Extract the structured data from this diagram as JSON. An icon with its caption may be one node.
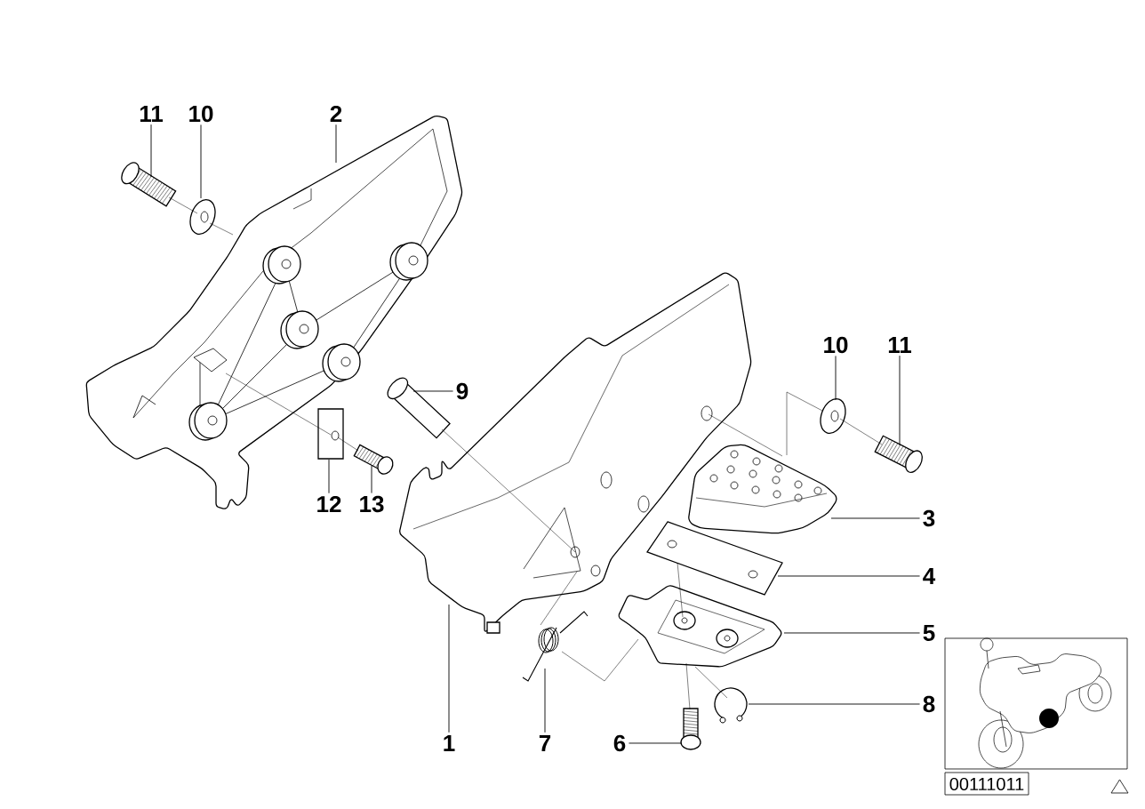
{
  "diagram": {
    "nodes": [
      {
        "text": [
          "11"
        ]
      },
      {
        "text": [
          "10"
        ]
      },
      {
        "text": [
          "2"
        ]
      },
      {
        "text": [
          "10"
        ]
      },
      {
        "text": [
          "11"
        ]
      },
      {
        "text": [
          "9"
        ]
      },
      {
        "text": [
          "12"
        ]
      },
      {
        "text": [
          "13"
        ]
      },
      {
        "text": [
          "3"
        ]
      },
      {
        "text": [
          "4"
        ]
      },
      {
        "text": [
          "5"
        ]
      },
      {
        "text": [
          "8"
        ]
      },
      {
        "text": [
          "1"
        ]
      },
      {
        "text": [
          "7"
        ]
      },
      {
        "text": [
          "6"
        ]
      },
      {
        "text": [],
        "shape": "picture"
      },
      {
        "text": [],
        "shape": "picture"
      },
      {
        "text": [],
        "shape": "picture"
      },
      {
        "text": [],
        "shape": "picture"
      },
      {
        "text": [],
        "shape": "picture"
      },
      {
        "text": [],
        "shape": "picture"
      },
      {
        "text": [],
        "shape": "picture"
      },
      {
        "text": [],
        "shape": "picture"
      },
      {
        "text": [],
        "shape": "picture"
      },
      {
        "text": [],
        "shape": "picture"
      },
      {
        "text": [],
        "shape": "picture"
      },
      {
        "text": [],
        "shape": "picture"
      },
      {
        "text": [],
        "shape": "picture"
      },
      {
        "text": [],
        "shape": "picture"
      },
      {
        "text": [],
        "shape": "picture"
      }
    ],
    "edges": [
      {
        "from": 0,
        "to": 25,
        "arrow": "none"
      },
      {
        "from": 1,
        "to": 24,
        "arrow": "none"
      },
      {
        "from": 2,
        "to": 16,
        "arrow": "none"
      },
      {
        "from": 3,
        "to": 28,
        "arrow": "none"
      },
      {
        "from": 4,
        "to": 29,
        "arrow": "none"
      },
      {
        "from": 5,
        "to": 23,
        "arrow": "none"
      },
      {
        "from": 6,
        "to": 26,
        "arrow": "none"
      },
      {
        "from": 7,
        "to": 27,
        "arrow": "none"
      },
      {
        "from": 8,
        "to": 17,
        "arrow": "none"
      },
      {
        "from": 9,
        "to": 18,
        "arrow": "none"
      },
      {
        "from": 10,
        "to": 19,
        "arrow": "none"
      },
      {
        "from": 11,
        "to": 22,
        "arrow": "none"
      },
      {
        "from": 12,
        "to": 15,
        "arrow": "none"
      },
      {
        "from": 13,
        "to": 21,
        "arrow": "none"
      },
      {
        "from": 14,
        "to": 20,
        "arrow": "none"
      },
      {
        "from": 25,
        "to": 24,
        "arrow": "none"
      },
      {
        "from": 24,
        "to": 16,
        "arrow": "none"
      },
      {
        "from": 27,
        "to": 26,
        "arrow": "none"
      },
      {
        "from": 26,
        "to": 16,
        "arrow": "none"
      },
      {
        "from": 23,
        "to": 15,
        "arrow": "none"
      },
      {
        "from": 29,
        "to": 28,
        "arrow": "none"
      },
      {
        "from": 28,
        "to": 17,
        "arrow": "none"
      },
      {
        "from": 17,
        "to": 15,
        "arrow": "none"
      },
      {
        "from": 18,
        "to": 19,
        "arrow": "none"
      },
      {
        "from": 21,
        "to": 15,
        "arrow": "none"
      },
      {
        "from": 21,
        "to": 19,
        "arrow": "none"
      },
      {
        "from": 20,
        "to": 19,
        "arrow": "none"
      },
      {
        "from": 22,
        "to": 19,
        "arrow": "none"
      }
    ],
    "labels": [
      "00111011"
    ]
  }
}
